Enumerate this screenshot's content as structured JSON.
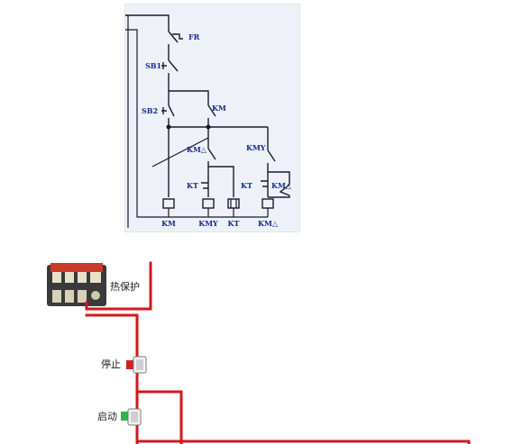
{
  "schematic": {
    "labels": {
      "fr": "FR",
      "sb1": "SB1",
      "sb2": "SB2",
      "km": "KM",
      "km_delta": "KM△",
      "km_y": "KMY",
      "kt_left": "KT",
      "kt_right": "KT",
      "km_delta_right": "KM△"
    },
    "coil_labels": [
      "KM",
      "KMY",
      "KT",
      "KM△"
    ]
  },
  "wiring": {
    "thermal_relay_label": "热保护",
    "stop_label": "停止",
    "start_label": "启动"
  },
  "colors": {
    "wire_red": "#d3171c",
    "schematic_text": "#1a2a8c",
    "stop_button": "#d02020",
    "start_button": "#2fb34a"
  }
}
